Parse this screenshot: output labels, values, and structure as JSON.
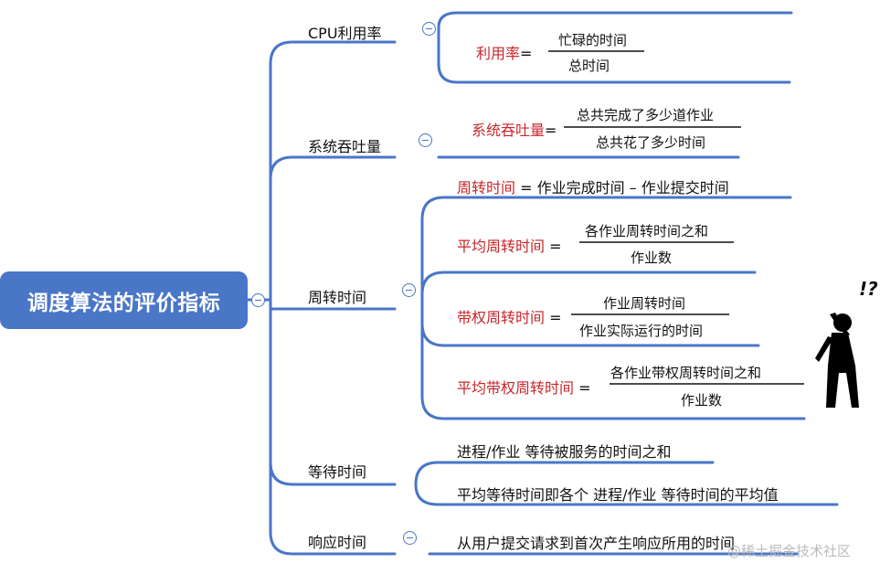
{
  "root": {
    "label": "调度算法的评价指标"
  },
  "branches": {
    "cpu": {
      "label": "CPU利用率",
      "formula_name": "利用率",
      "eq": "=",
      "numerator": "忙碌的时间",
      "denominator": "总时间"
    },
    "throughput": {
      "label": "系统吞吐量",
      "formula_name": "系统吞吐量",
      "eq": "=",
      "numerator": "总共完成了多少道作业",
      "denominator": "总共花了多少时间"
    },
    "turnaround": {
      "label": "周转时间",
      "items": [
        {
          "name": "周转时间",
          "rest": " = 作业完成时间 – 作业提交时间"
        },
        {
          "name": "平均周转时间",
          "eq": " =",
          "numerator": "各作业周转时间之和",
          "denominator": "作业数"
        },
        {
          "name": "带权周转时间",
          "eq": " =",
          "numerator": "作业周转时间",
          "denominator": "作业实际运行的时间"
        },
        {
          "name": "平均带权周转时间",
          "eq": " =",
          "numerator": "各作业带权周转时间之和",
          "denominator": "作业数"
        }
      ]
    },
    "waiting": {
      "label": "等待时间",
      "items": [
        "进程/作业 等待被服务的时间之和",
        "平均等待时间即各个 进程/作业 等待时间的平均值"
      ]
    },
    "response": {
      "label": "响应时间",
      "item": "从用户提交请求到首次产生响应所用的时间"
    }
  },
  "decoration": {
    "figure_text": "!?"
  },
  "watermark": "@稀土掘金技术社区",
  "colors": {
    "line": "#4a76c8",
    "root_fill": "#4a76c8",
    "highlight": "#c8262a"
  }
}
